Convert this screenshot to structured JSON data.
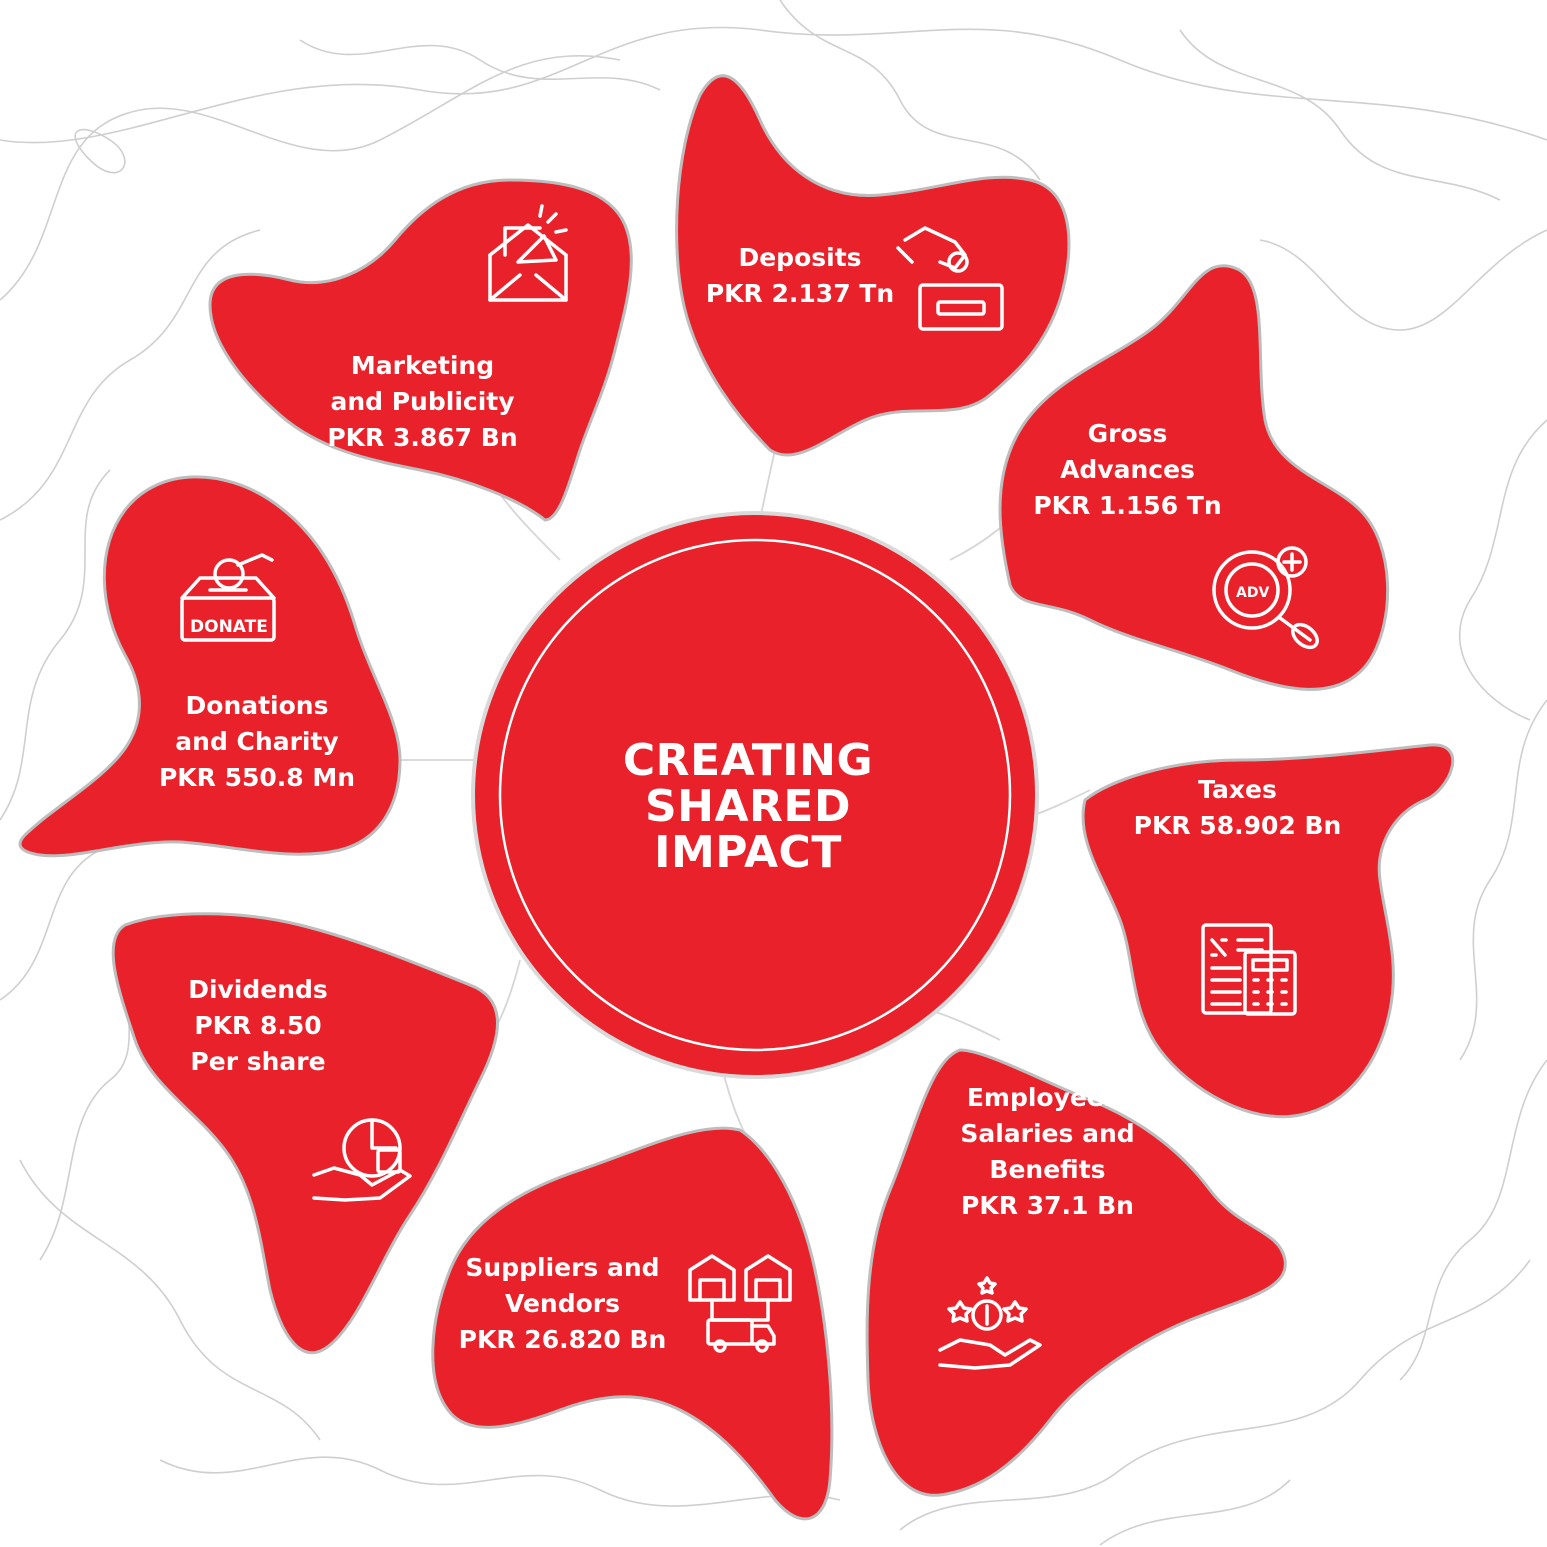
{
  "colors": {
    "primary_red": "#E8212B",
    "outline_gray": "#c8c8c8",
    "text": "#ffffff"
  },
  "center": {
    "lines": [
      "CREATING",
      "SHARED",
      "IMPACT"
    ]
  },
  "petals": {
    "deposits": {
      "lines": [
        "Deposits",
        "PKR 2.137 Tn"
      ],
      "icon": "cash-deposit-icon"
    },
    "gross_advances": {
      "lines": [
        "Gross",
        "Advances",
        "PKR 1.156 Tn"
      ],
      "icon": "adv-magnifier-icon"
    },
    "taxes": {
      "lines": [
        "Taxes",
        "PKR 58.902 Bn"
      ],
      "icon": "tax-calculator-icon"
    },
    "employees": {
      "lines": [
        "Employees’",
        "Salaries and",
        "Benefits",
        "PKR 37.1 Bn"
      ],
      "icon": "salary-hand-icon"
    },
    "suppliers": {
      "lines": [
        "Suppliers and",
        "Vendors",
        "PKR 26.820 Bn"
      ],
      "icon": "warehouse-truck-icon"
    },
    "dividends": {
      "lines": [
        "Dividends",
        "PKR 8.50",
        "Per share"
      ],
      "icon": "dividend-hand-icon"
    },
    "donations": {
      "lines": [
        "Donations",
        "and Charity",
        "PKR 550.8 Mn"
      ],
      "icon": "donate-box-icon"
    },
    "marketing": {
      "lines": [
        "Marketing",
        "and Publicity",
        "PKR 3.867 Bn"
      ],
      "icon": "megaphone-envelope-icon"
    }
  }
}
